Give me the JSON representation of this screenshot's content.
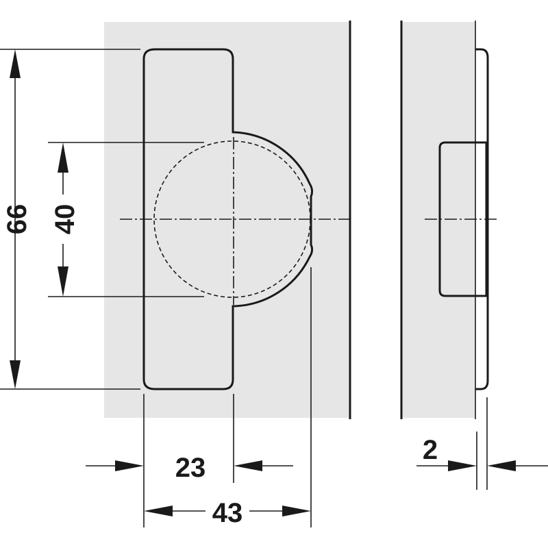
{
  "colors": {
    "panel_fill": "#e6e6e6",
    "line": "#1a1a1a",
    "plate_fill": "#ffffff"
  },
  "dimensions": {
    "plate_height": "66",
    "hole_distance": "40",
    "plate_width_inner": "23",
    "plate_width_total": "43",
    "plate_thickness": "2"
  }
}
